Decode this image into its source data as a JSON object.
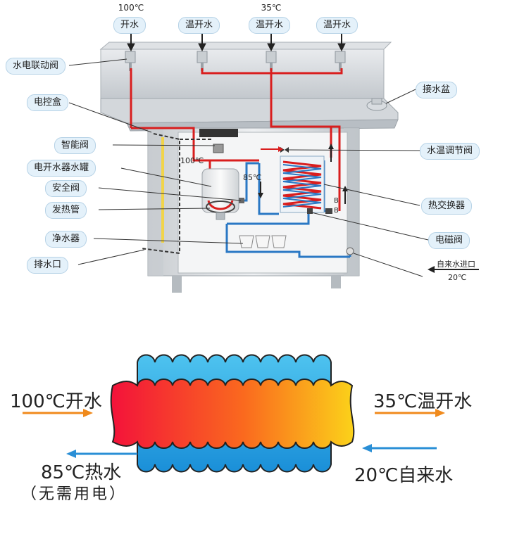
{
  "top": {
    "temp_100": "100℃",
    "temp_35": "35℃",
    "taps": [
      "开水",
      "温开水",
      "温开水",
      "温开水"
    ]
  },
  "callouts": {
    "valve_linkage": "水电联动阀",
    "control_box": "电控盒",
    "smart_valve": "智能阀",
    "boiler_tank": "电开水器水罐",
    "safety_valve": "安全阀",
    "heating_tube": "发热管",
    "purifier": "净水器",
    "drain": "排水口",
    "drip_tray": "接水盆",
    "temp_valve": "水温调节阀",
    "heat_exchanger": "热交换器",
    "solenoid_valve": "电磁阀",
    "inlet": "自来水进口",
    "inlet_temp": "20℃"
  },
  "inner": {
    "tank_temp": "100℃",
    "exchanger_temp": "85℃",
    "marker_b1": "B",
    "marker_b2": "B"
  },
  "exchange": {
    "hot_in": "100℃开水",
    "warm_out": "35℃温开水",
    "hot_out": "85℃热水",
    "hot_out_note": "（无需用电）",
    "cold_in": "20℃自来水"
  },
  "colors": {
    "hot_pipe": "#d91e1e",
    "cold_pipe": "#2a78c4",
    "arrow_orange": "#f08a1c",
    "arrow_blue": "#2a8fd6"
  }
}
